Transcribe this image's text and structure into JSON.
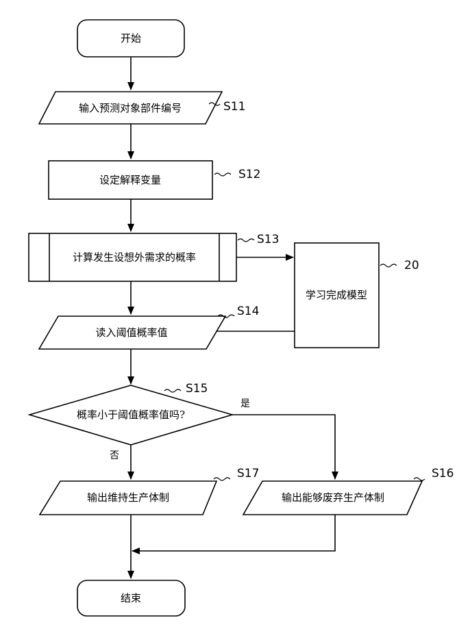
{
  "nodes": {
    "start": {
      "text": "开始"
    },
    "s11": {
      "text": "输入预测对象部件编号",
      "label": "S11"
    },
    "s12": {
      "text": "设定解释变量",
      "label": "S12"
    },
    "s13": {
      "text": "计算发生设想外需求的概率",
      "label": "S13"
    },
    "model": {
      "text": "学习完成模型",
      "label": "20"
    },
    "s14": {
      "text": "读入阈值概率值",
      "label": "S14"
    },
    "s15": {
      "text": "概率小于阈值概率值吗?",
      "label": "S15"
    },
    "s17": {
      "text": "输出维持生产体制",
      "label": "S17"
    },
    "s16": {
      "text": "输出能够废弃生产体制",
      "label": "S16"
    },
    "end": {
      "text": "结束"
    }
  },
  "branches": {
    "yes": "是",
    "no": "否"
  }
}
